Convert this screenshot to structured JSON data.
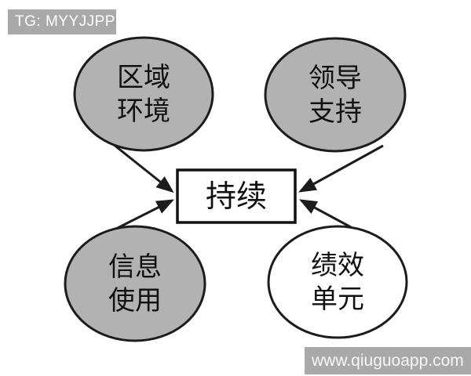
{
  "badge": {
    "text": "TG: MYYJJPP"
  },
  "watermark": {
    "text": "www.qiuguoapp.com"
  },
  "diagram": {
    "center": {
      "id": "continuity",
      "label": "持续"
    },
    "nodes": [
      {
        "id": "region-environment",
        "line1": "区域",
        "line2": "环境",
        "filled": true
      },
      {
        "id": "leadership-support",
        "line1": "领导",
        "line2": "支持",
        "filled": true
      },
      {
        "id": "information-use",
        "line1": "信息",
        "line2": "使用",
        "filled": true
      },
      {
        "id": "performance-unit",
        "line1": "绩效",
        "line2": "单元",
        "filled": false
      }
    ],
    "edges": [
      {
        "from": "region-environment",
        "to": "continuity"
      },
      {
        "from": "leadership-support",
        "to": "continuity"
      },
      {
        "from": "information-use",
        "to": "continuity"
      },
      {
        "from": "performance-unit",
        "to": "continuity"
      }
    ],
    "colors": {
      "node_fill_gray": "#b2b2b2",
      "node_fill_white": "#ffffff",
      "node_stroke": "#1c1c1c",
      "badge_bg": "#a9a9a9",
      "badge_text": "#ffffff"
    }
  }
}
